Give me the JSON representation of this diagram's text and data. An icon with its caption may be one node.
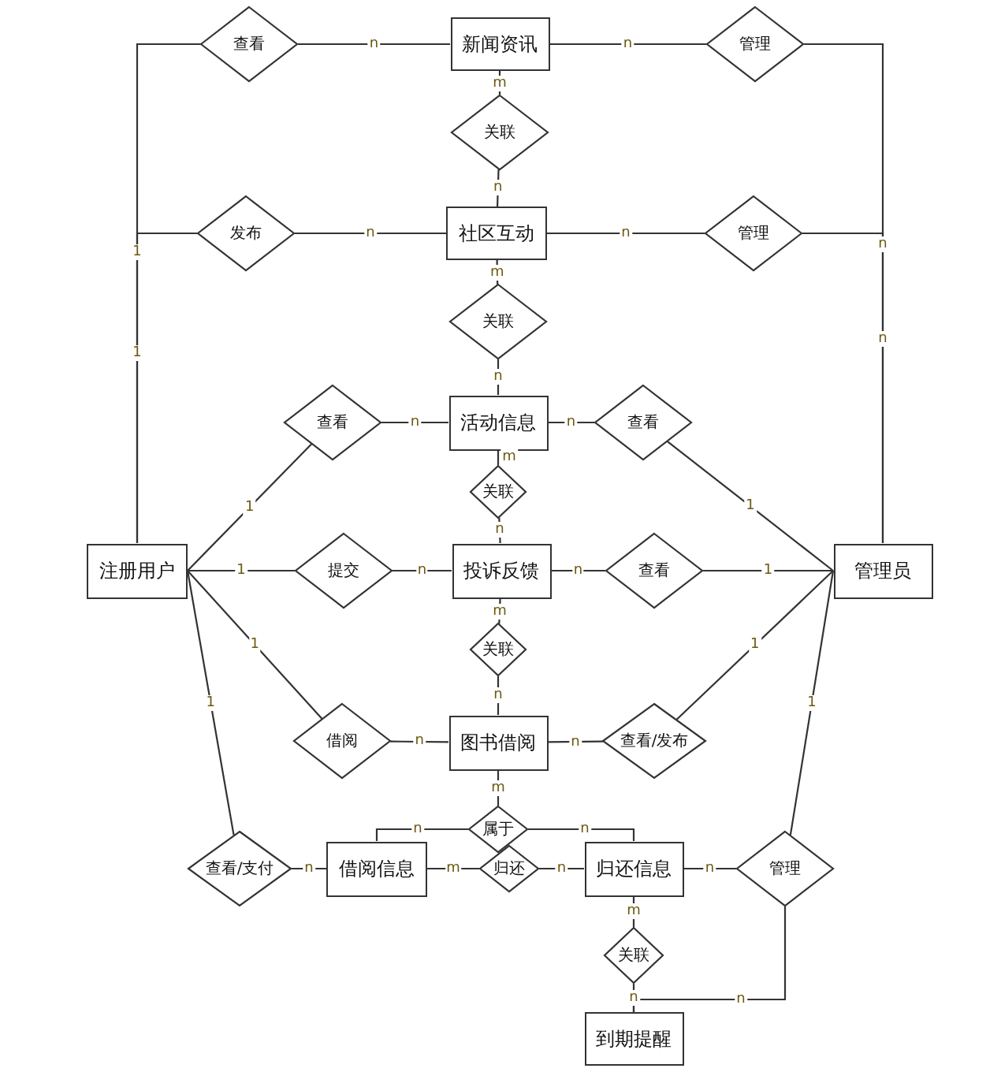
{
  "diagram": {
    "nodes": [
      {
        "text": [
          "查看"
        ]
      },
      {
        "text": [
          "新闻资讯"
        ]
      },
      {
        "text": [
          "管理"
        ]
      },
      {
        "text": [
          "关联"
        ]
      },
      {
        "text": [
          "发布"
        ]
      },
      {
        "text": [
          "社区互动"
        ]
      },
      {
        "text": [
          "管理"
        ]
      },
      {
        "text": [
          "关联"
        ]
      },
      {
        "text": [
          "查看"
        ]
      },
      {
        "text": [
          "活动信息"
        ]
      },
      {
        "text": [
          "查看"
        ]
      },
      {
        "text": [
          "关联"
        ]
      },
      {
        "text": [
          "注册用户"
        ]
      },
      {
        "text": [
          "提交"
        ]
      },
      {
        "text": [
          "投诉反馈"
        ]
      },
      {
        "text": [
          "查看"
        ]
      },
      {
        "text": [
          "管理员"
        ]
      },
      {
        "text": [
          "关联"
        ]
      },
      {
        "text": [
          "借阅"
        ]
      },
      {
        "text": [
          "图书借阅"
        ]
      },
      {
        "text": [
          "查看/发布"
        ]
      },
      {
        "text": [
          "属于"
        ]
      },
      {
        "text": [
          "查看/支付"
        ]
      },
      {
        "text": [
          "借阅信息"
        ]
      },
      {
        "text": [
          "归还"
        ]
      },
      {
        "text": [
          "归还信息"
        ]
      },
      {
        "text": [
          "管理"
        ]
      },
      {
        "text": [
          "关联"
        ]
      },
      {
        "text": [
          "到期提醒"
        ]
      }
    ],
    "edges": [
      {
        "from": 12,
        "to": 0,
        "arrow": "none",
        "label": "1"
      },
      {
        "from": 0,
        "to": 1,
        "arrow": "none",
        "label": "n"
      },
      {
        "from": 1,
        "to": 2,
        "arrow": "none",
        "label": "n"
      },
      {
        "from": 2,
        "to": 16,
        "arrow": "none",
        "label": "n"
      },
      {
        "from": 1,
        "to": 3,
        "arrow": "none",
        "label": "m"
      },
      {
        "from": 3,
        "to": 5,
        "arrow": "none",
        "label": "n"
      },
      {
        "from": 12,
        "to": 4,
        "arrow": "none",
        "label": "1"
      },
      {
        "from": 4,
        "to": 5,
        "arrow": "none",
        "label": "n"
      },
      {
        "from": 5,
        "to": 6,
        "arrow": "none",
        "label": "n"
      },
      {
        "from": 6,
        "to": 16,
        "arrow": "none",
        "label": "n"
      },
      {
        "from": 5,
        "to": 7,
        "arrow": "none",
        "label": "m"
      },
      {
        "from": 7,
        "to": 9,
        "arrow": "none",
        "label": "n"
      },
      {
        "from": 12,
        "to": 8,
        "arrow": "none",
        "label": "1"
      },
      {
        "from": 8,
        "to": 9,
        "arrow": "none",
        "label": "n"
      },
      {
        "from": 9,
        "to": 10,
        "arrow": "none",
        "label": "n"
      },
      {
        "from": 10,
        "to": 16,
        "arrow": "none",
        "label": "1"
      },
      {
        "from": 9,
        "to": 11,
        "arrow": "none",
        "label": "m"
      },
      {
        "from": 11,
        "to": 14,
        "arrow": "none",
        "label": "n"
      },
      {
        "from": 12,
        "to": 13,
        "arrow": "none",
        "label": "1"
      },
      {
        "from": 13,
        "to": 14,
        "arrow": "none",
        "label": "n"
      },
      {
        "from": 14,
        "to": 15,
        "arrow": "none",
        "label": "n"
      },
      {
        "from": 15,
        "to": 16,
        "arrow": "none",
        "label": "1"
      },
      {
        "from": 14,
        "to": 17,
        "arrow": "none",
        "label": "m"
      },
      {
        "from": 17,
        "to": 19,
        "arrow": "none",
        "label": "n"
      },
      {
        "from": 12,
        "to": 18,
        "arrow": "none",
        "label": "1"
      },
      {
        "from": 18,
        "to": 19,
        "arrow": "none",
        "label": "n"
      },
      {
        "from": 19,
        "to": 20,
        "arrow": "none",
        "label": "n"
      },
      {
        "from": 20,
        "to": 16,
        "arrow": "none",
        "label": "1"
      },
      {
        "from": 12,
        "to": 22,
        "arrow": "none",
        "label": "1"
      },
      {
        "from": 22,
        "to": 23,
        "arrow": "none",
        "label": "n"
      },
      {
        "from": 19,
        "to": 21,
        "arrow": "none",
        "label": "m"
      },
      {
        "from": 21,
        "to": 23,
        "arrow": "none",
        "label": "n"
      },
      {
        "from": 21,
        "to": 25,
        "arrow": "none",
        "label": "n"
      },
      {
        "from": 23,
        "to": 24,
        "arrow": "none",
        "label": "m"
      },
      {
        "from": 24,
        "to": 25,
        "arrow": "none",
        "label": "n"
      },
      {
        "from": 25,
        "to": 26,
        "arrow": "none",
        "label": "n"
      },
      {
        "from": 26,
        "to": 16,
        "arrow": "none",
        "label": "1"
      },
      {
        "from": 26,
        "to": 28,
        "arrow": "none",
        "label": "n"
      },
      {
        "from": 25,
        "to": 27,
        "arrow": "none",
        "label": "m"
      },
      {
        "from": 27,
        "to": 28,
        "arrow": "none",
        "label": "n"
      }
    ]
  }
}
